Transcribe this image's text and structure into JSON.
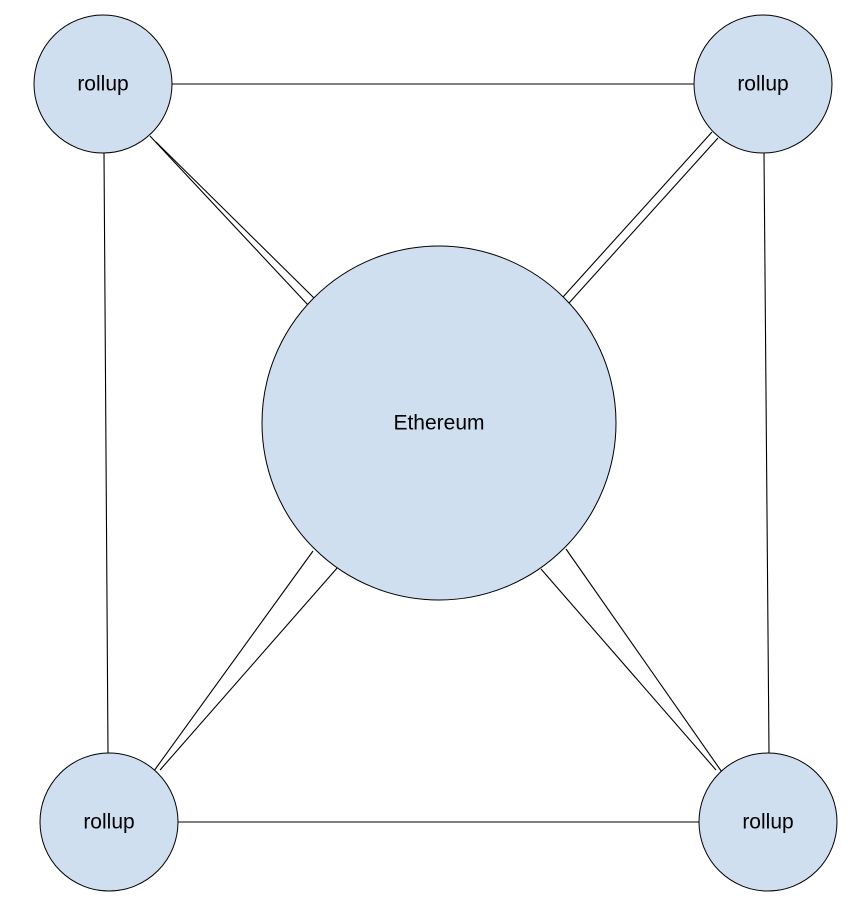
{
  "diagram": {
    "center": {
      "label": "Ethereum",
      "fill": "#cfdff0"
    },
    "rollups": [
      {
        "label": "rollup"
      },
      {
        "label": "rollup"
      },
      {
        "label": "rollup"
      },
      {
        "label": "rollup"
      }
    ],
    "node_fill": "#cfdff0",
    "edge_color": "#000000"
  }
}
